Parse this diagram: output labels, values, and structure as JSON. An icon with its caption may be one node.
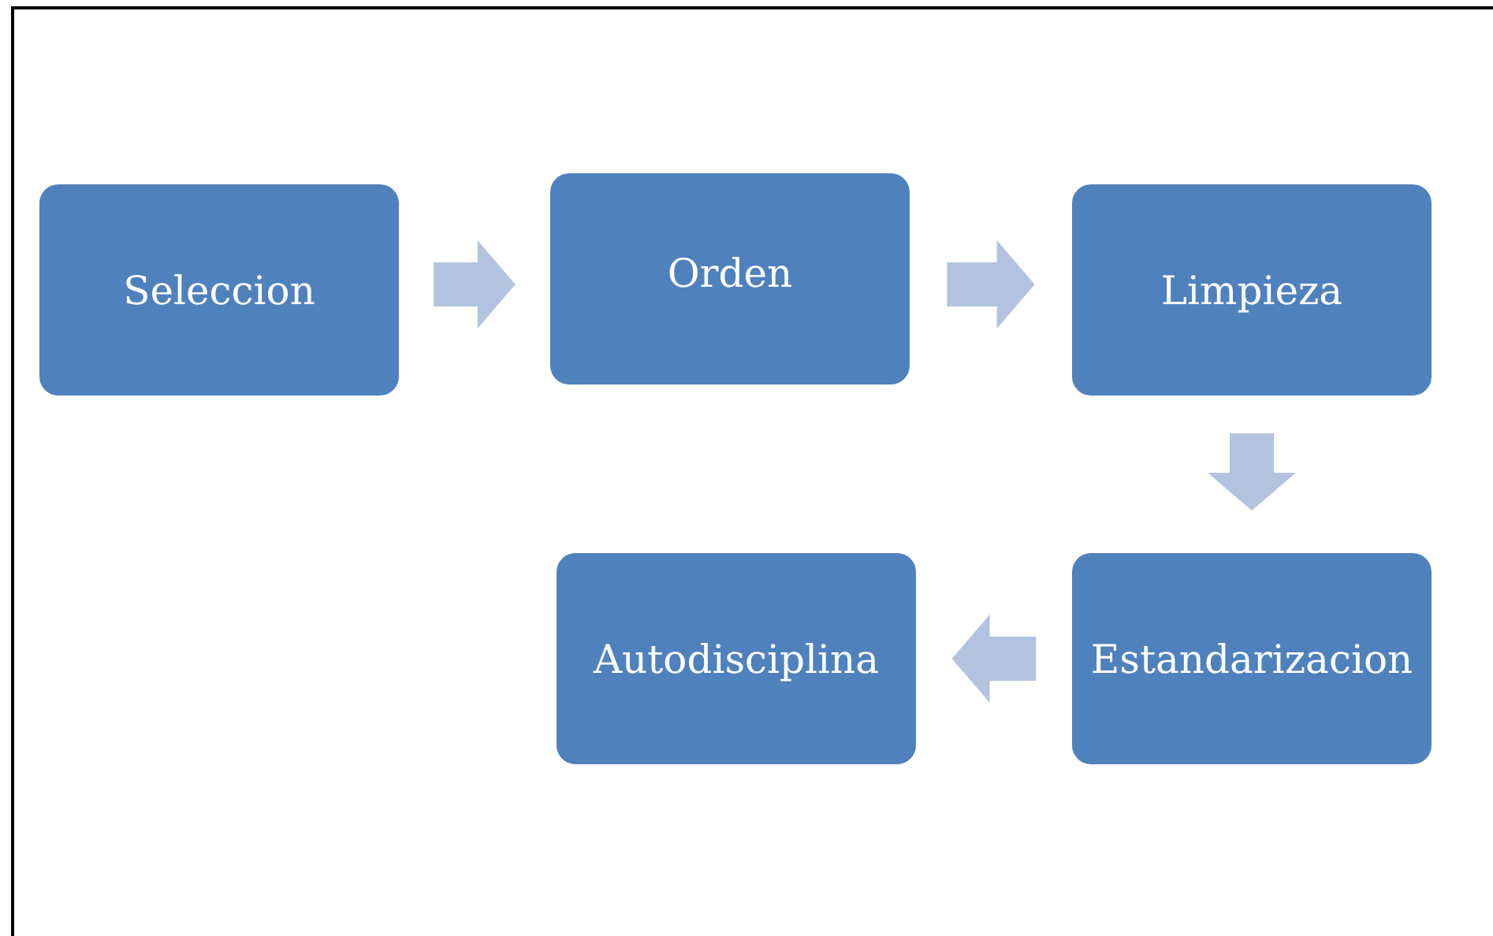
{
  "diagram": {
    "nodes": [
      {
        "text": [
          "Seleccion"
        ]
      },
      {
        "text": [
          "Orden"
        ]
      },
      {
        "text": [
          "Limpieza"
        ]
      },
      {
        "text": [
          "Estandarizacion"
        ]
      },
      {
        "text": [
          "Autodisciplina"
        ]
      }
    ],
    "edges": [
      {
        "from": 0,
        "to": 1,
        "arrow": "to"
      },
      {
        "from": 1,
        "to": 2,
        "arrow": "to"
      },
      {
        "from": 2,
        "to": 3,
        "arrow": "to"
      },
      {
        "from": 3,
        "to": 4,
        "arrow": "to"
      }
    ]
  }
}
